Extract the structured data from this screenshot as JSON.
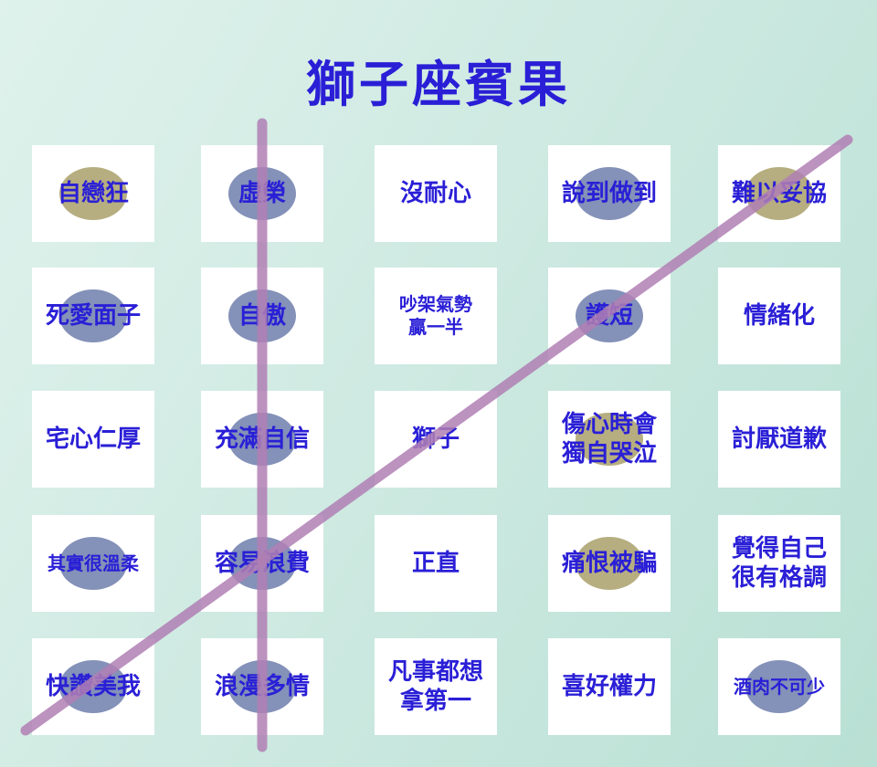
{
  "title": "獅子座賓果",
  "colors": {
    "text": "#2a1fd6",
    "line": "#b07fb4",
    "dot_blue": "#6f7eac",
    "dot_olive": "#a9a06a"
  },
  "cells": [
    {
      "label": "自戀狂",
      "dot": "olive"
    },
    {
      "label": "虛榮",
      "dot": "blue"
    },
    {
      "label": "沒耐心",
      "dot": "none"
    },
    {
      "label": "說到做到",
      "dot": "blue"
    },
    {
      "label": "難以妥協",
      "dot": "olive"
    },
    {
      "label": "死愛面子",
      "dot": "blue"
    },
    {
      "label": "自傲",
      "dot": "blue"
    },
    {
      "label": "吵架氣勢\n贏一半",
      "dot": "none",
      "small": true
    },
    {
      "label": "護短",
      "dot": "blue"
    },
    {
      "label": "情緒化",
      "dot": "none"
    },
    {
      "label": "宅心仁厚",
      "dot": "none"
    },
    {
      "label": "充滿自信",
      "dot": "blue"
    },
    {
      "label": "獅子",
      "dot": "none"
    },
    {
      "label": "傷心時會\n獨自哭泣",
      "dot": "olive"
    },
    {
      "label": "討厭道歉",
      "dot": "none"
    },
    {
      "label": "其實很溫柔",
      "dot": "blue",
      "small": true
    },
    {
      "label": "容易浪費",
      "dot": "blue"
    },
    {
      "label": "正直",
      "dot": "none"
    },
    {
      "label": "痛恨被騙",
      "dot": "olive"
    },
    {
      "label": "覺得自己\n很有格調",
      "dot": "none"
    },
    {
      "label": "快讚美我",
      "dot": "blue"
    },
    {
      "label": "浪漫多情",
      "dot": "blue"
    },
    {
      "label": "凡事都想\n拿第一",
      "dot": "none"
    },
    {
      "label": "喜好權力",
      "dot": "none"
    },
    {
      "label": "酒肉不可少",
      "dot": "blue",
      "small": true
    }
  ]
}
